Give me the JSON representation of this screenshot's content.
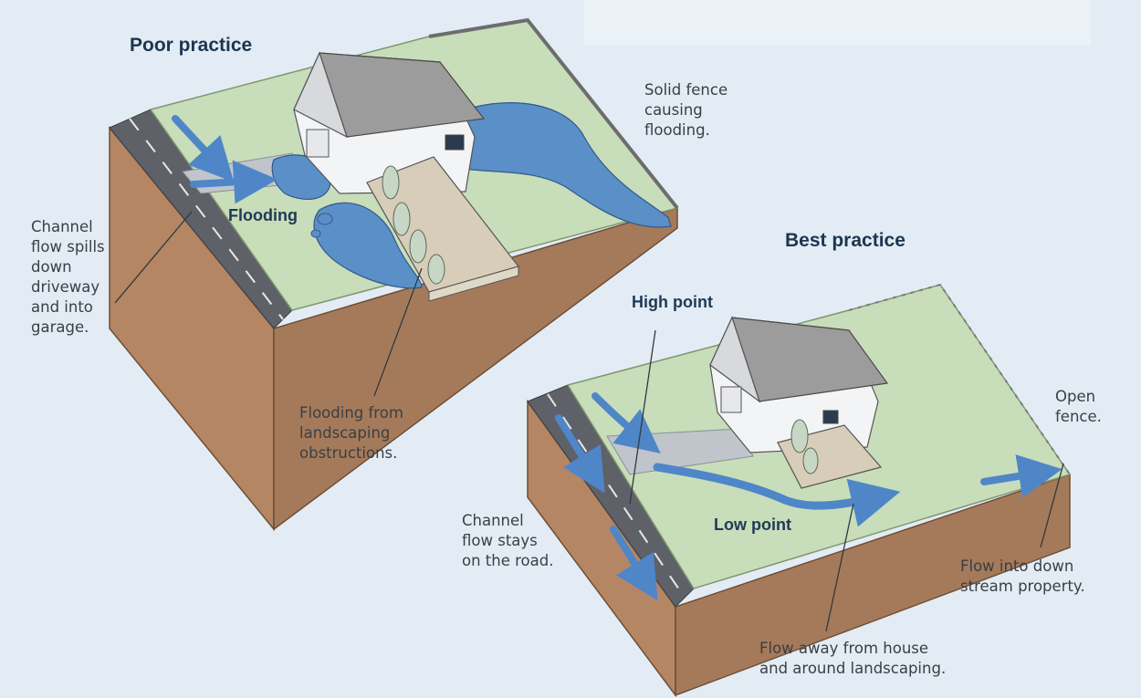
{
  "panels": {
    "poor": {
      "heading": "Poor practice",
      "labels": {
        "flooding": "Flooding",
        "solid_fence": "Solid fence\ncausing\nflooding.",
        "channel_spills": "Channel\nflow spills\ndown\ndriveway\nand into\ngarage.",
        "landscaping": "Flooding from\nlandscaping\nobstructions."
      }
    },
    "best": {
      "heading": "Best practice",
      "labels": {
        "high_point": "High point",
        "low_point": "Low point",
        "open_fence": "Open\nfence.",
        "channel_stays": "Channel\nflow stays\non the road.",
        "downstream": "Flow into down\nstream property.",
        "flow_away": "Flow away from house\nand around landscaping."
      }
    }
  },
  "colors": {
    "background": "#e3ecf4",
    "grass": "#c6dcb8",
    "water": "#5b8dc6",
    "soil": "#b78a66",
    "road": "#5d6066",
    "roof": "#9a9a9a"
  }
}
